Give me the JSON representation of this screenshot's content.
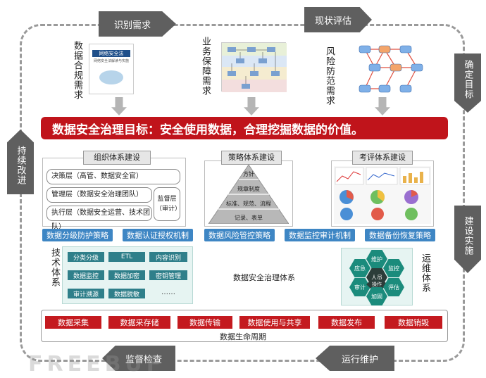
{
  "arrows": {
    "top_left": "识别需求",
    "top_right": "现状评估",
    "right_top": "确定目标",
    "right_bottom": "建设实施",
    "bottom_right": "运行维护",
    "bottom_left": "监督检查",
    "left": "持续改进"
  },
  "requirements": {
    "compliance": {
      "label": "数据合规需求",
      "cover_title": "网络安全法",
      "cover_subtitle": "网络安全法解读与实施"
    },
    "business": {
      "label": "业务保障需求"
    },
    "risk": {
      "label": "风险防范需求"
    }
  },
  "goal": "数据安全治理目标：安全使用数据，合理挖掘数据的价值。",
  "org": {
    "title": "组织体系建设",
    "rows": [
      "决策层（高管、数据安全官）",
      "管理层（数据安全治理团队）",
      "执行层（数据安全运营、技术团队）"
    ],
    "supervisor": "监督层（审计）"
  },
  "strategy": {
    "title": "策略体系建设",
    "levels": [
      "方针",
      "规章制度",
      "标准、规范、流程",
      "记录、表单"
    ]
  },
  "eval": {
    "title": "考评体系建设"
  },
  "blue_buttons": [
    "数据分级防护策略",
    "数据认证授权机制",
    "数据风险管控策略",
    "数据监控审计机制",
    "数据备份恢复策略"
  ],
  "tech": {
    "label": "技术体系",
    "cells": [
      "分类分级",
      "ETL",
      "内容识别",
      "数据监控",
      "数据加密",
      "密钥管理",
      "审计溯源",
      "数据脱敏",
      "……"
    ]
  },
  "center_label": "数据安全治理体系",
  "ops": {
    "label": "运维体系",
    "hexes": [
      "维护",
      "应急",
      "监控",
      "人员",
      "审计",
      "操作",
      "评估",
      "加固"
    ]
  },
  "lifecycle": {
    "stages": [
      "数据采集",
      "数据采存储",
      "数据传输",
      "数据使用与共享",
      "数据发布",
      "数据销毁"
    ],
    "label": "数据生命周期"
  },
  "watermark": "FREEBUF",
  "colors": {
    "red": "#c0141b",
    "blue": "#3e86c4",
    "teal": "#2f7f8a",
    "arrow_gray": "#5f5f5f"
  }
}
